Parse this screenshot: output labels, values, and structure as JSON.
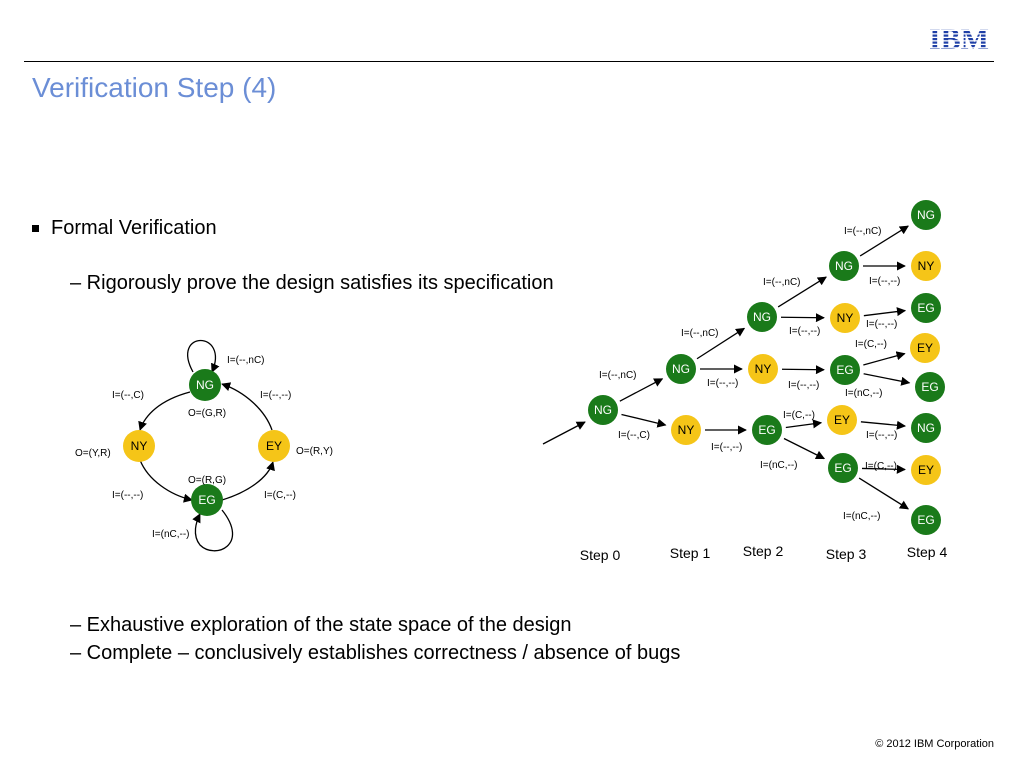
{
  "brand": {
    "logo_text": "IBM",
    "logo_color": "#1f3fa6"
  },
  "slide": {
    "title": "Verification Step (4)",
    "bullet": "Formal Verification",
    "sub1": "– Rigorously prove the design satisfies its specification",
    "sub2": "– Exhaustive exploration of the state space of the design",
    "sub3": "– Complete – conclusively establishes correctness / absence of bugs",
    "footer": "© 2012 IBM Corporation"
  },
  "colors": {
    "green": "#1a7a1a",
    "yellow": "#f5c518",
    "title": "#6b8ed6"
  },
  "fsm": {
    "states": [
      {
        "name": "NG",
        "output": "O=(G,R)",
        "color": "green"
      },
      {
        "name": "NY",
        "output": "O=(Y,R)",
        "color": "yellow"
      },
      {
        "name": "EY",
        "output": "O=(R,Y)",
        "color": "yellow"
      },
      {
        "name": "EG",
        "output": "O=(R,G)",
        "color": "green"
      }
    ],
    "transitions": [
      {
        "from": "NG",
        "to": "NG",
        "label": "I=(--,nC)"
      },
      {
        "from": "NG",
        "to": "NY",
        "label": "I=(--,C)"
      },
      {
        "from": "EY",
        "to": "NG",
        "label": "I=(--,--)"
      },
      {
        "from": "NY",
        "to": "EG",
        "label": "I=(--,--)"
      },
      {
        "from": "EG",
        "to": "EY",
        "label": "I=(C,--)"
      },
      {
        "from": "EG",
        "to": "EG",
        "label": "I=(nC,--)"
      }
    ]
  },
  "tree": {
    "steps": [
      "Step 0",
      "Step 1",
      "Step 2",
      "Step 3",
      "Step 4"
    ],
    "nodes": [
      {
        "id": "s0",
        "label": "NG",
        "color": "green"
      },
      {
        "id": "s1a",
        "label": "NG",
        "color": "green"
      },
      {
        "id": "s1b",
        "label": "NY",
        "color": "yellow"
      },
      {
        "id": "s2a",
        "label": "NG",
        "color": "green"
      },
      {
        "id": "s2b",
        "label": "NY",
        "color": "yellow"
      },
      {
        "id": "s2c",
        "label": "EG",
        "color": "green"
      },
      {
        "id": "s3a",
        "label": "NG",
        "color": "green"
      },
      {
        "id": "s3b",
        "label": "NY",
        "color": "yellow"
      },
      {
        "id": "s3c",
        "label": "EG",
        "color": "green"
      },
      {
        "id": "s3d",
        "label": "EY",
        "color": "yellow"
      },
      {
        "id": "s3e",
        "label": "EG",
        "color": "green"
      },
      {
        "id": "s4a",
        "label": "NG",
        "color": "green"
      },
      {
        "id": "s4b",
        "label": "NY",
        "color": "yellow"
      },
      {
        "id": "s4c",
        "label": "EG",
        "color": "green"
      },
      {
        "id": "s4d",
        "label": "EY",
        "color": "yellow"
      },
      {
        "id": "s4e",
        "label": "EG",
        "color": "green"
      },
      {
        "id": "s4f",
        "label": "NG",
        "color": "green"
      },
      {
        "id": "s4g",
        "label": "EY",
        "color": "yellow"
      },
      {
        "id": "s4h",
        "label": "EG",
        "color": "green"
      }
    ],
    "edges": [
      {
        "from": "s0",
        "to": "s1a",
        "label": "I=(--,nC)"
      },
      {
        "from": "s0",
        "to": "s1b",
        "label": "I=(--,C)"
      },
      {
        "from": "s1a",
        "to": "s2a",
        "label": "I=(--,nC)"
      },
      {
        "from": "s1a",
        "to": "s2b",
        "label": "I=(--,--)"
      },
      {
        "from": "s1b",
        "to": "s2c",
        "label": "I=(--,--)"
      },
      {
        "from": "s2a",
        "to": "s3a",
        "label": "I=(--,nC)"
      },
      {
        "from": "s2a",
        "to": "s3b",
        "label": "I=(--,--)"
      },
      {
        "from": "s2b",
        "to": "s3c",
        "label": "I=(--,--)"
      },
      {
        "from": "s2c",
        "to": "s3d",
        "label": "I=(C,--)"
      },
      {
        "from": "s2c",
        "to": "s3e",
        "label": "I=(nC,--)"
      },
      {
        "from": "s3a",
        "to": "s4a",
        "label": "I=(--,nC)"
      },
      {
        "from": "s3a",
        "to": "s4b",
        "label": "I=(--,--)"
      },
      {
        "from": "s3b",
        "to": "s4c",
        "label": "I=(--,--)"
      },
      {
        "from": "s3c",
        "to": "s4d",
        "label": "I=(C,--)"
      },
      {
        "from": "s3c",
        "to": "s4e",
        "label": "I=(nC,--)"
      },
      {
        "from": "s3d",
        "to": "s4f",
        "label": "I=(--,--)"
      },
      {
        "from": "s3e",
        "to": "s4g",
        "label": "I=(C,--)"
      },
      {
        "from": "s3e",
        "to": "s4h",
        "label": "I=(nC,--)"
      }
    ]
  }
}
